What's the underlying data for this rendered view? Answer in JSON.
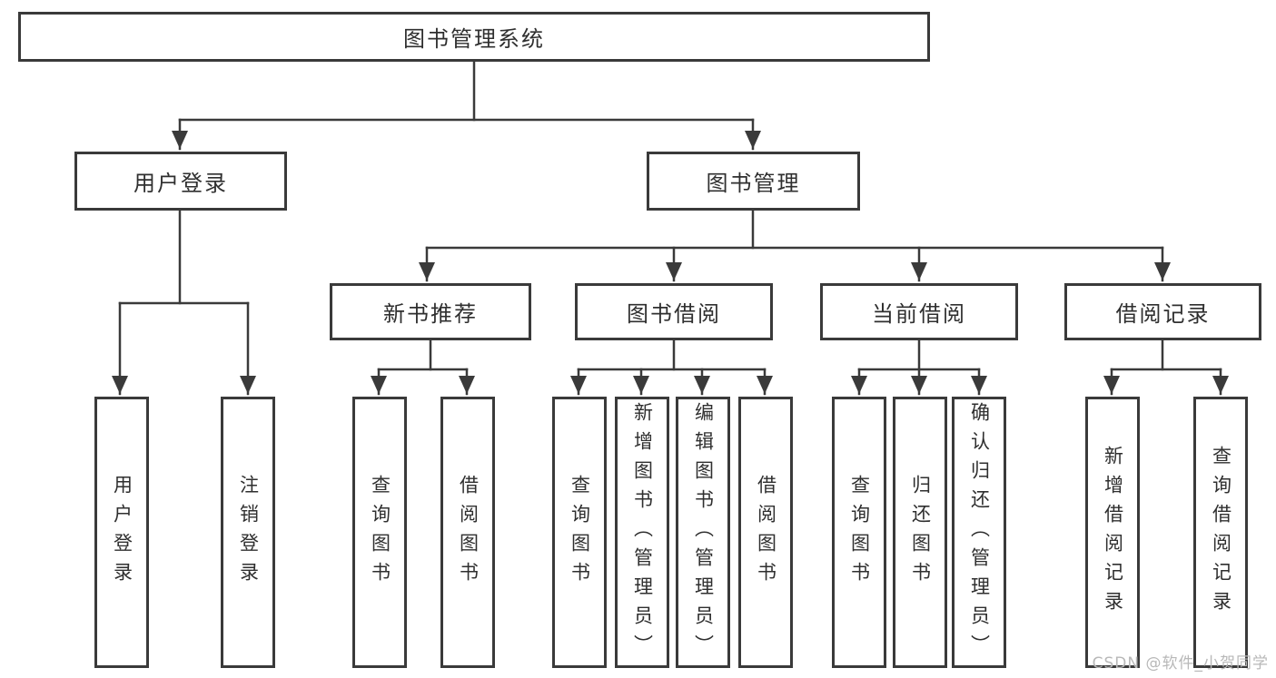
{
  "diagram": {
    "root": {
      "label": "图书管理系统"
    },
    "level2": {
      "user_login": {
        "label": "用户登录"
      },
      "book_mgmt": {
        "label": "图书管理"
      }
    },
    "level3": {
      "new_book_rec": {
        "label": "新书推荐"
      },
      "book_borrow": {
        "label": "图书借阅"
      },
      "current_borrow": {
        "label": "当前借阅"
      },
      "borrow_record": {
        "label": "借阅记录"
      }
    },
    "leaves": {
      "user_login": [
        "用户登录",
        "注销登录"
      ],
      "new_book_rec": [
        "查询图书",
        "借阅图书"
      ],
      "book_borrow": [
        "查询图书",
        "新增图书（管理员）",
        "编辑图书（管理员）",
        "借阅图书"
      ],
      "current_borrow": [
        "查询图书",
        "归还图书",
        "确认归还（管理员）"
      ],
      "borrow_record": [
        "新增借阅记录",
        "查询借阅记录"
      ]
    }
  },
  "watermark": {
    "text": "CSDN @软件_小贺同学"
  },
  "colors": {
    "line": "#3a3a3a",
    "text": "#2f2f2f",
    "watermark": "#b8b8b8",
    "background": "#ffffff"
  }
}
